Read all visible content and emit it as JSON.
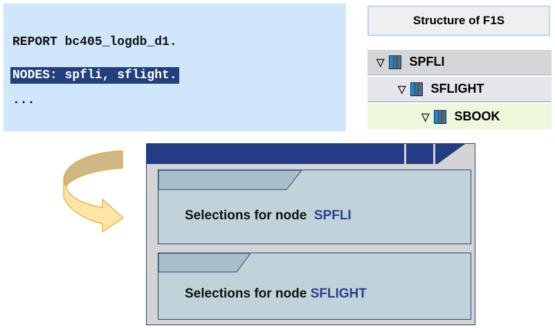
{
  "code": {
    "line1": "REPORT bc405_logdb_d1.",
    "line2": "NODES: spfli, sflight.",
    "line3": "..."
  },
  "structure": {
    "title": "Structure of F1S",
    "nodes": [
      "SPFLI",
      "SFLIGHT",
      "SBOOK"
    ]
  },
  "screen": {
    "panels": [
      {
        "label": "Selections for node",
        "node": "SPFLI"
      },
      {
        "label": "Selections for node",
        "node": "SFLIGHT"
      }
    ]
  },
  "colors": {
    "code_bg": "#cfe6fb",
    "highlight": "#233f7e",
    "arrow": "#fde5a5",
    "window_bar": "#243c84"
  }
}
